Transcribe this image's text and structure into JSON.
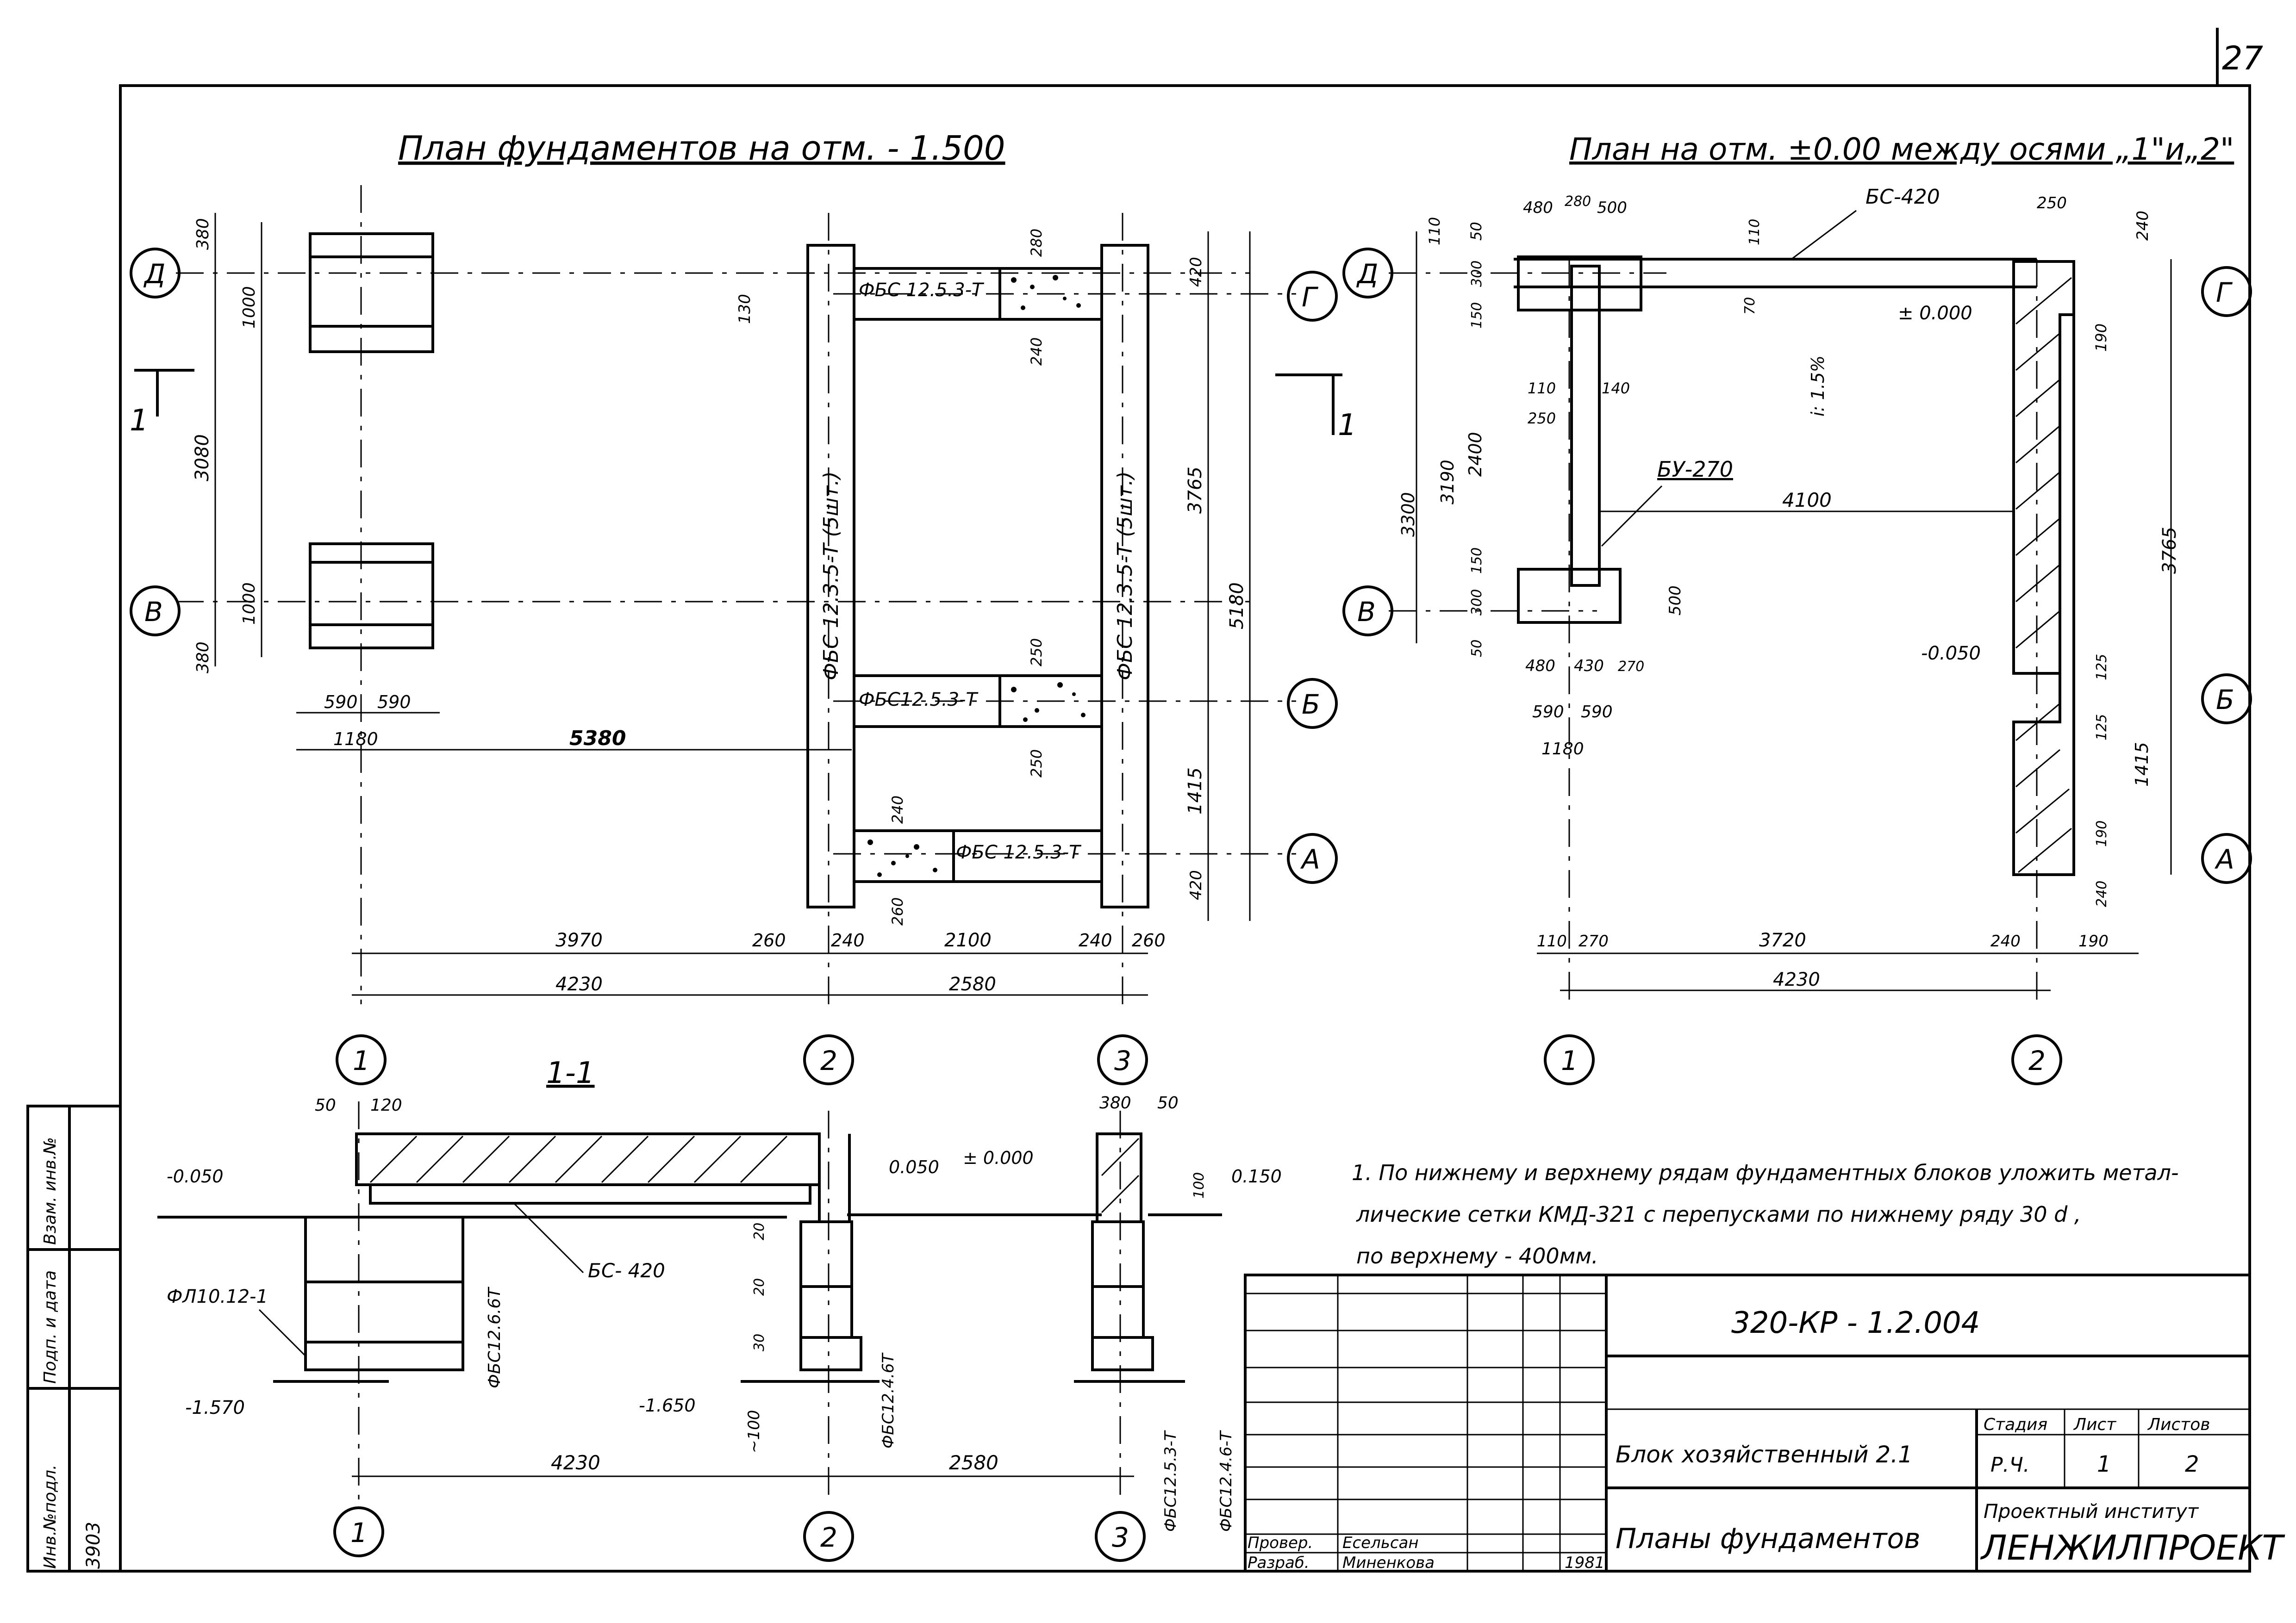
{
  "sheet_number": "27",
  "plan1": {
    "title": "План фундаментов на отм. - 1.500",
    "axes_rows": [
      "Д",
      "Г",
      "В",
      "Б",
      "А"
    ],
    "axes_cols": [
      "1",
      "2",
      "3"
    ],
    "section_mark": "1",
    "blocks": {
      "fbs_top": "ФБС 12.5.3-Т",
      "fbs_mid": "ФБС12.5.3-Т",
      "fbs_bot": "ФБС 12.5.3-Т",
      "fbs_wall2": "ФБС 12.3.5-Т (5шт.)",
      "fbs_wall3": "ФБС 12.3.5-Т (5шт.)"
    },
    "dims": {
      "d380a": "380",
      "d1000a": "1000",
      "d3080": "3080",
      "d1000b": "1000",
      "d380b": "380",
      "d590a": "590",
      "d590b": "590",
      "d1180": "1180",
      "d5380": "5380",
      "d130": "130",
      "d280": "280",
      "d240a": "240",
      "d250a": "250",
      "d250b": "250",
      "d240b": "240",
      "d260a": "260",
      "d420a": "420",
      "d3765": "3765",
      "d5180": "5180",
      "d1415": "1415",
      "d420b": "420",
      "d3970": "3970",
      "d260b": "260",
      "d240c": "240",
      "d2100": "2100",
      "d240d": "240",
      "d260c": "260",
      "d4230": "4230",
      "d2580": "2580"
    }
  },
  "plan2": {
    "title": "План на отм. ±0.00 между осями „1\"и„2\"",
    "axes_rows": [
      "Д",
      "Г",
      "В",
      "Б",
      "А"
    ],
    "axes_cols": [
      "1",
      "2"
    ],
    "labels": {
      "bs420": "БС-420",
      "bu": "БУ-270",
      "elev0": "± 0.000",
      "slope": "i: 1.5%",
      "elev050": "-0.050"
    },
    "dims": {
      "d480a": "480",
      "d280": "280",
      "d500a": "500",
      "d250": "250",
      "d240a": "240",
      "d110a": "110",
      "d50a": "50",
      "d300a": "300",
      "d150a": "150",
      "d110b": "110",
      "d70": "70",
      "d110c": "110",
      "d140": "140",
      "d250b": "250",
      "d3300": "3300",
      "d3190": "3190",
      "d2400": "2400",
      "d300b": "300",
      "d150b": "150",
      "d50b": "50",
      "d500b": "500",
      "d480b": "480",
      "d430": "430",
      "d270a": "270",
      "d590a": "590",
      "d590b": "590",
      "d1180": "1180",
      "d4100": "4100",
      "d190a": "190",
      "d3765": "3765",
      "d125a": "125",
      "d125b": "125",
      "d1415": "1415",
      "d190b": "190",
      "d240b": "240",
      "d110d": "110",
      "d270b": "270",
      "d3720": "3720",
      "d240c": "240",
      "d190c": "190",
      "d4230": "4230"
    }
  },
  "section": {
    "title": "1-1",
    "axes_cols": [
      "1",
      "2",
      "3"
    ],
    "labels": {
      "bs420": "БС- 420",
      "fl": "ФЛ10.12-1",
      "fbs1": "ФБС12.6.6Т",
      "fbs2": "ФБС12.4.6Т",
      "fbs3": "ФБС12.5.3-Т",
      "fbs4": "ФБС12.4.6-Т"
    },
    "elevations": {
      "e050": "-0.050",
      "e1570": "-1.570",
      "e1650": "-1.650",
      "e100": "~100",
      "e0050": "0.050",
      "e0000": "± 0.000",
      "e0150": "0.150"
    },
    "dims": {
      "d50a": "50",
      "d120": "120",
      "d380": "380",
      "d50b": "50",
      "d20a": "20",
      "d20b": "20",
      "d30": "30",
      "d100": "100",
      "d4230": "4230",
      "d2580": "2580"
    }
  },
  "notes": {
    "line1": "1. По нижнему и верхнему рядам фундаментных блоков уложить метал-",
    "line2": "лические сетки КМД-321 с перепусками по нижнему ряду 30 d ,",
    "line3": "по верхнему - 400мм."
  },
  "side_stamp": {
    "col1": "Инв.№подл.",
    "col2": "Подп. и дата",
    "col3": "Взам. инв.№",
    "number": "3903"
  },
  "title_block": {
    "code": "320-КР - 1.2.004",
    "object": "Блок хозяйственный 2.1",
    "sheet_title": "Планы фундаментов",
    "stage_header": "Стадия",
    "sheet_header": "Лист",
    "sheets_header": "Листов",
    "stage": "Р.Ч.",
    "sheet": "1",
    "sheets": "2",
    "institute_line1": "Проектный институт",
    "institute_line2": "ЛЕНЖИЛПРОЕКТ",
    "role1": "Провер.",
    "name1": "Есельсан",
    "role2": "Разраб.",
    "name2": "Миненкова",
    "year": "1981"
  }
}
